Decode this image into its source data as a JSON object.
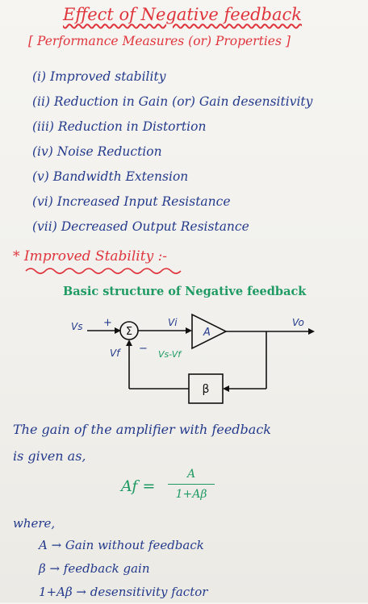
{
  "title": "Effect of Negative feedback",
  "subtitle": "[ Performance Measures (or) Properties ]",
  "properties": [
    "(i) Improved stability",
    "(ii) Reduction in Gain (or) Gain desensitivity",
    "(iii) Reduction in Distortion",
    "(iv) Noise Reduction",
    "(v) Bandwidth Extension",
    "(vi) Increased Input Resistance",
    "(vii) Decreased Output Resistance"
  ],
  "section_heading": "* Improved Stability :-",
  "diagram": {
    "caption": "Basic structure of Negative feedback",
    "input_label": "Vs",
    "plus_sign": "+",
    "minus_sign": "−",
    "summer_symbol": "Σ",
    "feedback_label": "Vf",
    "vi_label": "Vi",
    "diff_label": "Vs-Vf",
    "amp_label": "A",
    "output_label": "Vo",
    "feedback_block_label": "β"
  },
  "body_text": [
    "The gain of the amplifier with feedback",
    "is given as,"
  ],
  "formula": {
    "lhs": "Af =",
    "numerator": "A",
    "denominator": "1+Aβ"
  },
  "where": "where,",
  "definitions": [
    "A → Gain without feedback",
    "β → feedback gain",
    "1+Aβ → desensitivity factor"
  ]
}
